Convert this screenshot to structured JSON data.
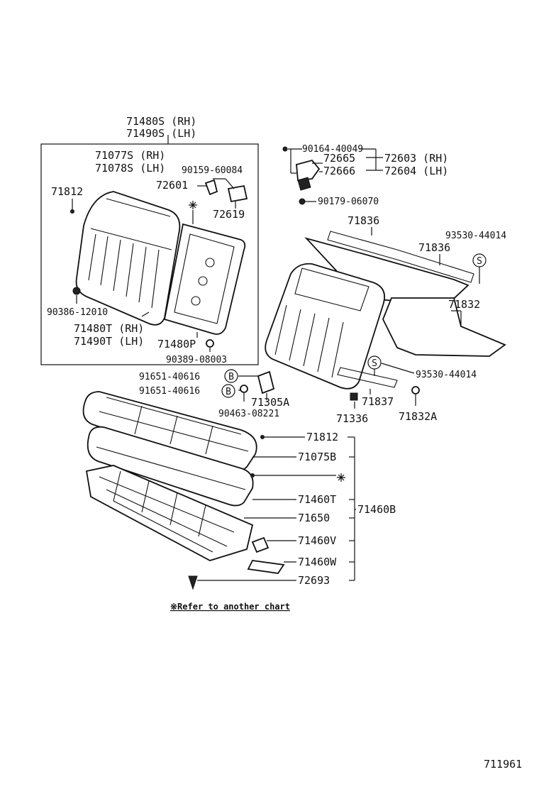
{
  "labels": {
    "group_top_rh": "71480S (RH)",
    "group_top_lh": "71490S (LH)",
    "back_cover_rh": "71077S (RH)",
    "back_cover_lh": "71078S (LH)",
    "screw_90159": "90159-60084",
    "pad_71812_top": "71812",
    "hinge_72601": "72601",
    "bracket_72619": "72619",
    "nut_90386": "90386-12010",
    "frame_rh": "71480T (RH)",
    "frame_lh": "71490T (LH)",
    "part_71480p": "71480P",
    "bolt_90389": "90389-08003",
    "bolt_90164": "90164-40049",
    "lock_72665": "72665",
    "lock_72666": "72666",
    "lock_assy_rh": "72603 (RH)",
    "lock_assy_lh": "72604 (LH)",
    "screw_90179": "90179-06070",
    "board_71836_a": "71836",
    "board_71836_b": "71836",
    "clip_93530_top": "93530-44014",
    "carpet_71832": "71832",
    "clip_93530_mid": "93530-44014",
    "bolt_91651_a": "91651-40616",
    "bolt_91651_b": "91651-40616",
    "hinge_71305a": "71305A",
    "nut_90463": "90463-08221",
    "clip_71837": "71837",
    "clip_71336": "71336",
    "clip_71832a": "71832A",
    "pad_71812_bottom": "71812",
    "cushion_cover_71075b": "71075B",
    "cushion_pad_71460t": "71460T",
    "cushion_assy_71460b": "71460B",
    "spring_71650": "71650",
    "part_71460v": "71460V",
    "part_71460w": "71460W",
    "clip_72693": "72693",
    "symbol_s_top": "S",
    "symbol_s_mid": "S",
    "symbol_b_a": "B",
    "symbol_b_b": "B",
    "note": "※Refer to another chart",
    "diagram_number": "711961"
  },
  "icons": {
    "asterisk_top": "asterisk-icon",
    "asterisk_bottom": "asterisk-icon"
  },
  "colors": {
    "ink": "#111111",
    "paper": "#ffffff"
  }
}
